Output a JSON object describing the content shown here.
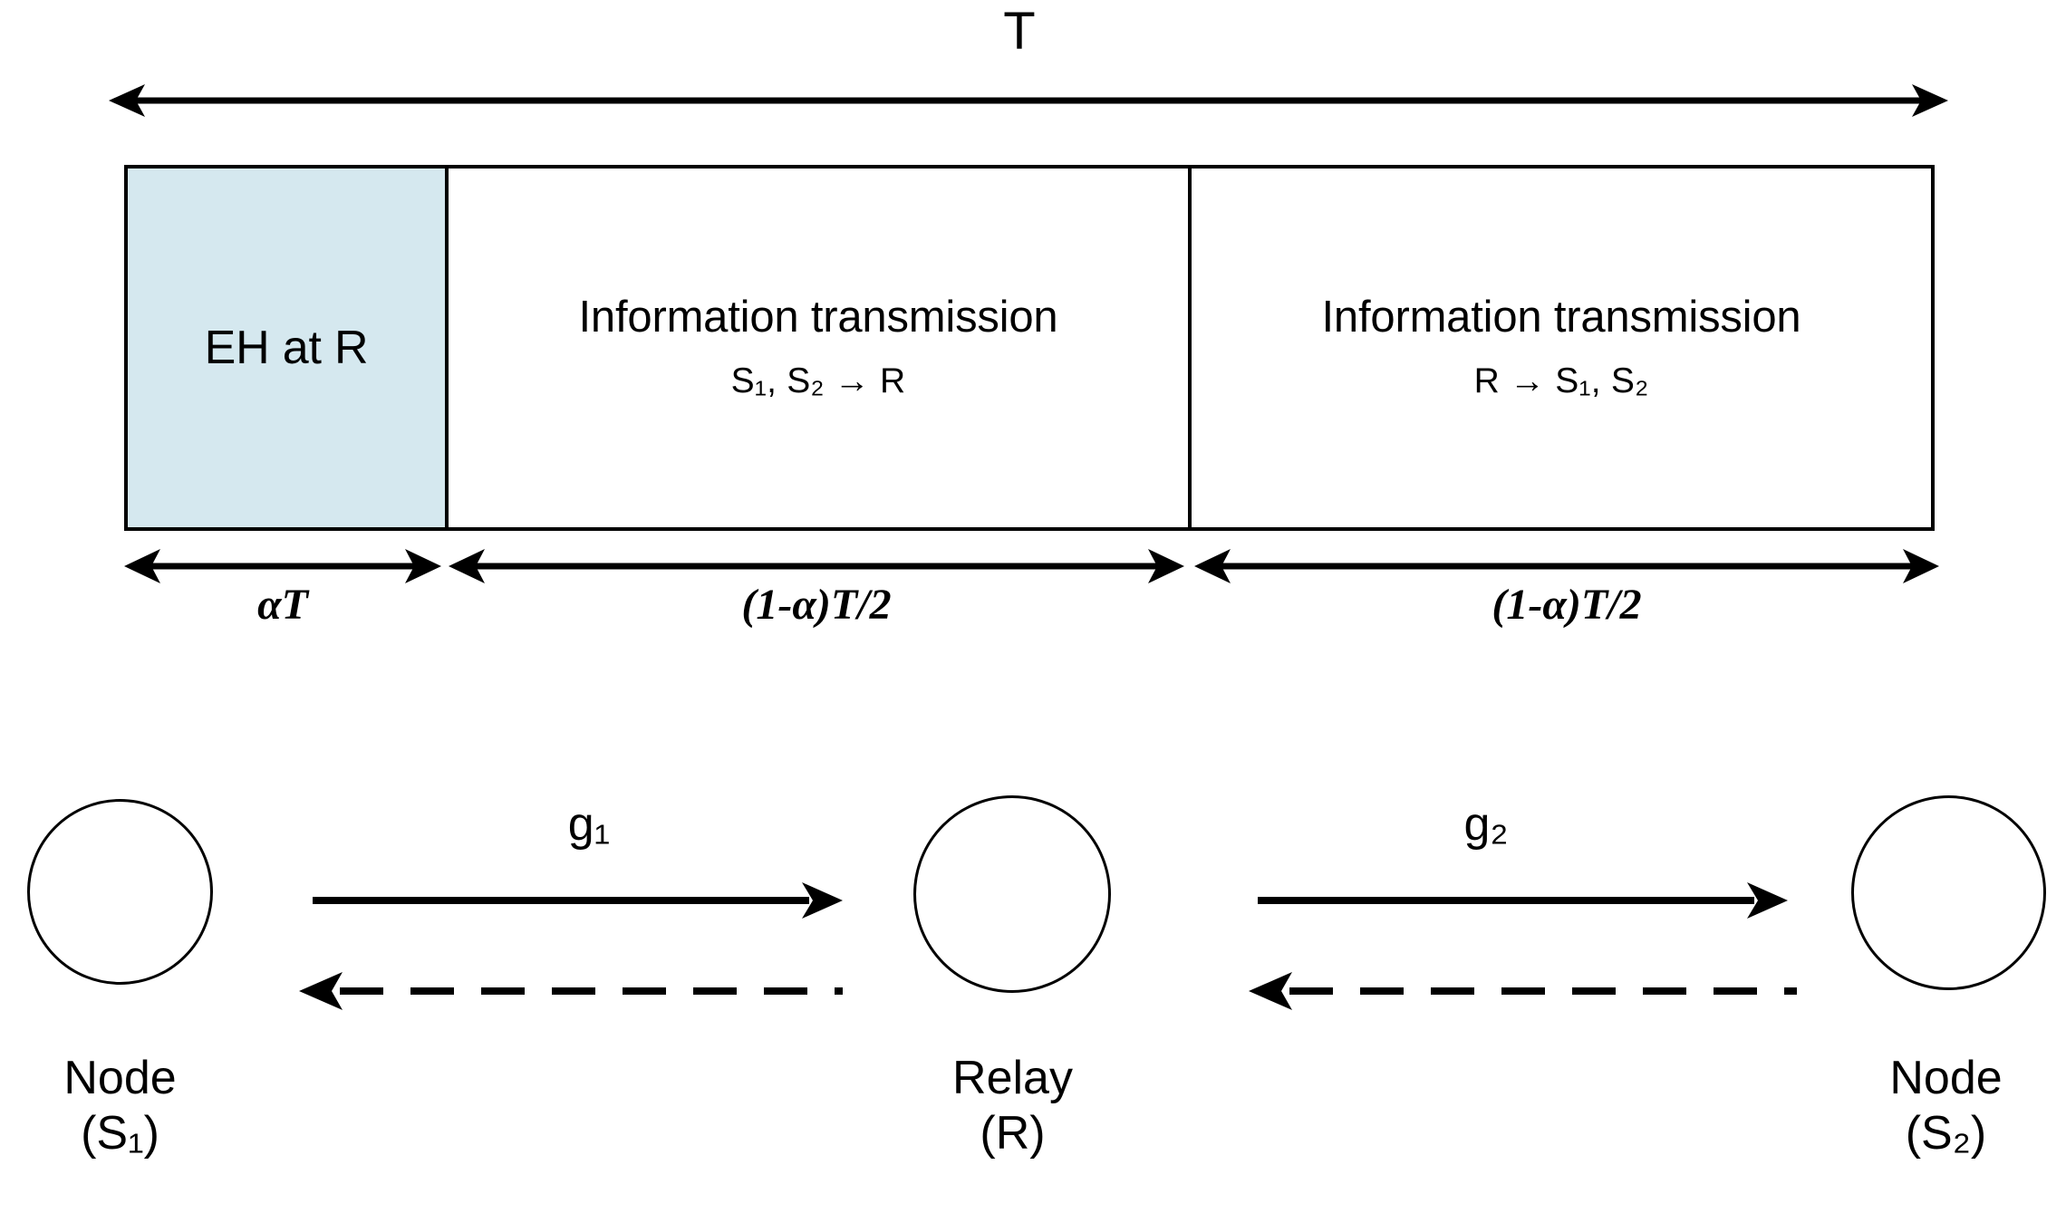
{
  "figure": {
    "type": "protocol-timeline-and-network-topology",
    "total_duration_label": "T",
    "colors": {
      "eh_block_fill": "#d5e8ef",
      "stroke": "#000000",
      "background": "#ffffff"
    }
  },
  "timeline": {
    "span_label": "T",
    "blocks": [
      {
        "id": "energy-harvesting",
        "title": "EH at R",
        "subtitle": "",
        "duration_label": "αT",
        "fill": "#d5e8ef",
        "fraction": 0.175
      },
      {
        "id": "uplink-multiple-access",
        "title": "Information transmission",
        "subtitle_prefix": "S",
        "subtitle": "S₁, S₂ → R",
        "duration_label": "(1-α)T/2",
        "fill": "#ffffff",
        "fraction": 0.41
      },
      {
        "id": "downlink-broadcast",
        "title": "Information transmission",
        "subtitle": "R → S₁, S₂",
        "duration_label": "(1-α)T/2",
        "fill": "#ffffff",
        "fraction": 0.415
      }
    ]
  },
  "network": {
    "nodes": [
      {
        "id": "source-1",
        "line1": "Node",
        "line2": "(S₁)"
      },
      {
        "id": "relay",
        "line1": "Relay",
        "line2": "(R)"
      },
      {
        "id": "source-2",
        "line1": "Node",
        "line2": "(S₂)"
      }
    ],
    "links": [
      {
        "id": "link-g1",
        "label": "g₁",
        "forward_style": "solid",
        "forward_direction": "right",
        "backward_style": "dashed",
        "backward_direction": "left"
      },
      {
        "id": "link-g2",
        "label": "g₂",
        "forward_style": "solid",
        "forward_direction": "right",
        "backward_style": "dashed",
        "backward_direction": "left"
      }
    ]
  }
}
